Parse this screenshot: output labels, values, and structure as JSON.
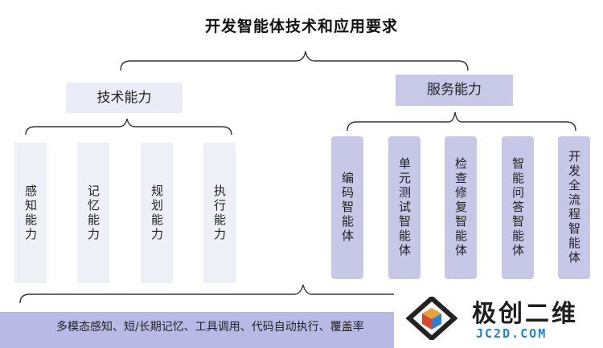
{
  "title": "开发智能体技术和应用要求",
  "technical": {
    "label": "技术能力",
    "items": [
      "感知能力",
      "记忆能力",
      "规划能力",
      "执行能力"
    ]
  },
  "service": {
    "label": "服务能力",
    "items": [
      "编码智能体",
      "单元测试智能体",
      "检查修复智能体",
      "智能问答智能体",
      "开发全流程智能体"
    ]
  },
  "foundation": {
    "text": "多模态感知、短/长期记忆、工具调用、代码自动执行、覆盖率"
  },
  "watermark": {
    "name": "极创二维",
    "url": "JC2D.COM"
  },
  "colors": {
    "tech_box": "#efeff7",
    "service_box": "#c7c7e8",
    "bottom_bar": "#b9b9e6",
    "watermark_url": "#1f7fd6"
  }
}
